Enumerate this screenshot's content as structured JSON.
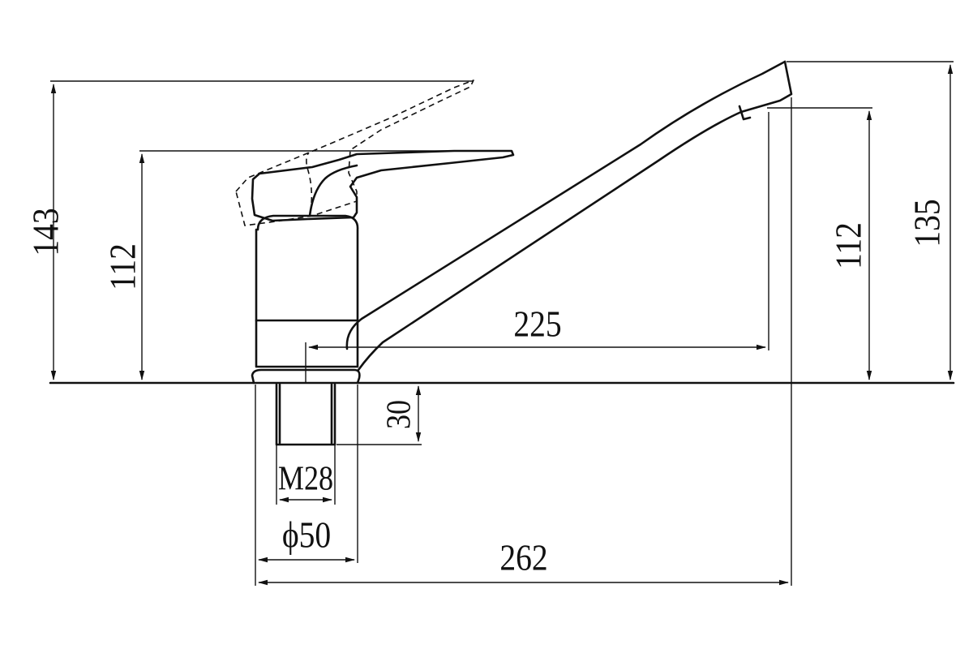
{
  "colors": {
    "line": "#111111",
    "background": "#ffffff"
  },
  "labels": {
    "handle_raised_height": "143",
    "handle_height": "112",
    "outlet_height": "112",
    "spout_top_height": "135",
    "spout_reach": "225",
    "shank_length": "30",
    "thread": "M28",
    "base_diameter": "ϕ50",
    "overall_length": "262"
  }
}
